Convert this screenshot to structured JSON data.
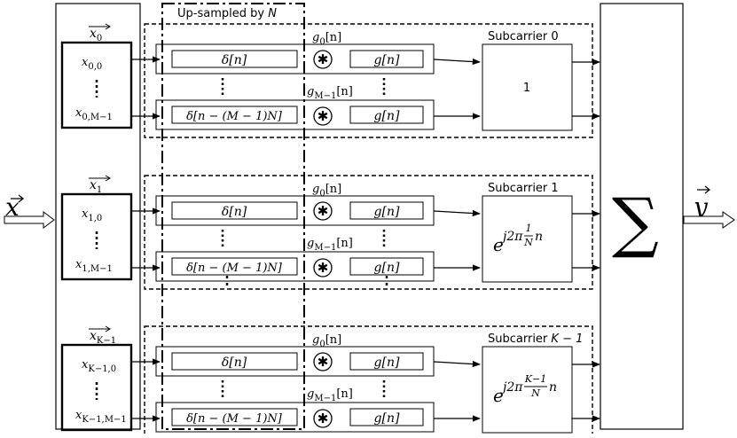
{
  "colors": {
    "stroke": "#000000",
    "background": "#ffffff"
  },
  "labels": {
    "upsampled_prefix": "Up-sampled by ",
    "upsampled_var": "N",
    "input_symbol": "x",
    "output_symbol": "y",
    "sum_symbol": "∑",
    "conv_symbol": "✱",
    "vdots": "⋮"
  },
  "groups": [
    {
      "vec_base": "x",
      "vec_sub": "0",
      "elem_top_base": "x",
      "elem_top_sub": "0,0",
      "elem_bot_base": "x",
      "elem_bot_sub": "0,M−1",
      "filter_top_base": "g",
      "filter_top_sub": "0",
      "filter_top_arg": "[n]",
      "filter_bot_base": "g",
      "filter_bot_sub": "M−1",
      "filter_bot_arg": "[n]",
      "delta_top": "δ[n]",
      "delta_bot": "δ[n − (M − 1)N]",
      "g_top": "g[n]",
      "g_bot": "g[n]",
      "sub_prefix": "Subcarrier ",
      "sub_index": "0",
      "carrier": "1"
    },
    {
      "vec_base": "x",
      "vec_sub": "1",
      "elem_top_base": "x",
      "elem_top_sub": "1,0",
      "elem_bot_base": "x",
      "elem_bot_sub": "1,M−1",
      "filter_top_base": "g",
      "filter_top_sub": "0",
      "filter_top_arg": "[n]",
      "filter_bot_base": "g",
      "filter_bot_sub": "M−1",
      "filter_bot_arg": "[n]",
      "delta_top": "δ[n]",
      "delta_bot": "δ[n − (M − 1)N]",
      "g_top": "g[n]",
      "g_bot": "g[n]",
      "sub_prefix": "Subcarrier ",
      "sub_index": "1",
      "exp_base": "e",
      "exp_pre": "j2π",
      "exp_num": "1",
      "exp_den": "N",
      "exp_post": "n"
    },
    {
      "vec_base": "x",
      "vec_sub": "K−1",
      "elem_top_base": "x",
      "elem_top_sub": "K−1,0",
      "elem_bot_base": "x",
      "elem_bot_sub": "K−1,M−1",
      "filter_top_base": "g",
      "filter_top_sub": "0",
      "filter_top_arg": "[n]",
      "filter_bot_base": "g",
      "filter_bot_sub": "M−1",
      "filter_bot_arg": "[n]",
      "delta_top": "δ[n]",
      "delta_bot": "δ[n − (M − 1)N]",
      "g_top": "g[n]",
      "g_bot": "g[n]",
      "sub_prefix": "Subcarrier ",
      "sub_index": "K − 1",
      "exp_base": "e",
      "exp_pre": "j2π",
      "exp_num": "K−1",
      "exp_den": "N",
      "exp_post": "n"
    }
  ]
}
